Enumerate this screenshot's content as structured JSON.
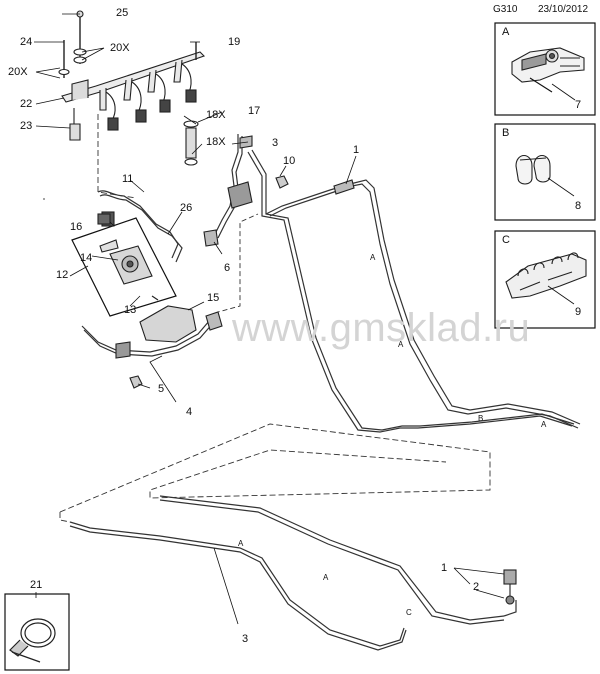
{
  "header": {
    "code": "G310",
    "date": "23/10/2012"
  },
  "watermark": "www.gmsklad.ru",
  "insets": [
    {
      "letter": "A",
      "part": "7"
    },
    {
      "letter": "B",
      "part": "8"
    },
    {
      "letter": "C",
      "part": "9"
    },
    {
      "letter": "",
      "part": "21"
    }
  ],
  "callouts": {
    "c25": "25",
    "c24": "24",
    "c20x_a": "20X",
    "c20x_b": "20X",
    "c19": "19",
    "c22": "22",
    "c23": "23",
    "c18x_a": "18X",
    "c17": "17",
    "c18x_b": "18X",
    "c3a": "3",
    "c1a": "1",
    "c10": "10",
    "c11": "11",
    "c16": "16",
    "c26": "26",
    "c14": "14",
    "c12": "12",
    "c13": "13",
    "c6": "6",
    "c15": "15",
    "c5": "5",
    "c4": "4",
    "c1b": "1",
    "c2": "2",
    "c3b": "3"
  },
  "segment_labels": {
    "s_a1": "A",
    "s_a2": "A",
    "s_b": "B",
    "s_a3": "A",
    "s_a4": "A",
    "s_a5": "A",
    "s_c": "C"
  }
}
